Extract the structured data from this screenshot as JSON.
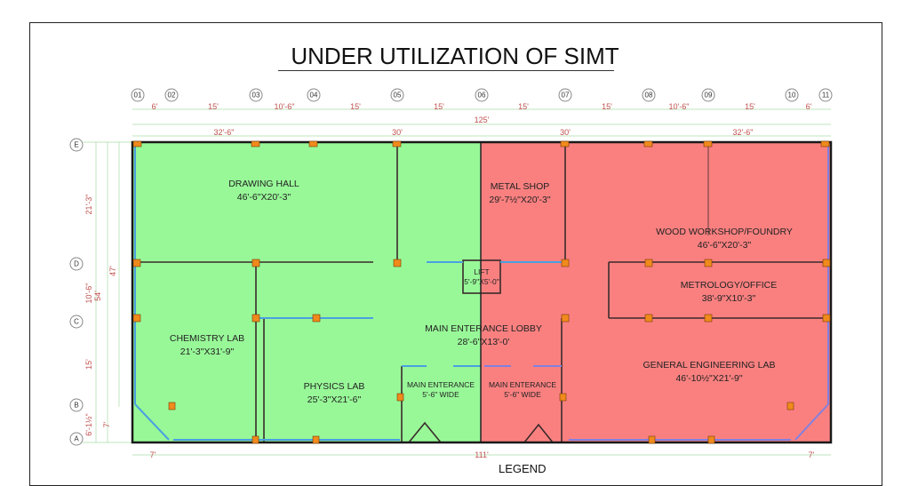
{
  "title": "UNDER UTILIZATION OF SIMT",
  "grid_columns": [
    "01",
    "02",
    "03",
    "04",
    "05",
    "06",
    "07",
    "08",
    "09",
    "10",
    "11"
  ],
  "grid_rows": [
    "E",
    "D",
    "C",
    "B",
    "A"
  ],
  "top_dims": [
    "6'",
    "15'",
    "10'-6\"",
    "15'",
    "15'",
    "15'",
    "15'",
    "10'-6\"",
    "15'",
    "6'"
  ],
  "overall_width": "125'",
  "top_dims2": [
    "32'-6\"",
    "30'",
    "30'",
    "32'-6\""
  ],
  "left_dims": [
    "21'-3\"",
    "10'-6\"",
    "15'",
    "6'-1½\""
  ],
  "left_total": "54'",
  "left_total2": "47'",
  "left_small": "7'",
  "bottom_dims": [
    "7'",
    "111'",
    "7'"
  ],
  "rooms": [
    {
      "name": "DRAWING HALL",
      "size": "46'-6\"X20'-3\""
    },
    {
      "name": "METAL SHOP",
      "size": "29'-7½\"X20'-3\""
    },
    {
      "name": "WOOD WORKSHOP/FOUNDRY",
      "size": "46'-6\"X20'-3\""
    },
    {
      "name": "METROLOGY/OFFICE",
      "size": "38'-9\"X10'-3\""
    },
    {
      "name": "LIFT",
      "size": "5'-9\"X5'-0\""
    },
    {
      "name": "MAIN ENTERANCE LOBBY",
      "size": "28'-6\"X13'-0'"
    },
    {
      "name": "CHEMISTRY LAB",
      "size": "21'-3\"X31'-9\""
    },
    {
      "name": "PHYSICS LAB",
      "size": "25'-3\"X21'-6\""
    },
    {
      "name": "MAIN ENTERANCE",
      "size": "5'-6\" WIDE"
    },
    {
      "name": "MAIN ENTERANCE",
      "size": "5'-6\" WIDE"
    },
    {
      "name": "GENERAL ENGINEERING LAB",
      "size": "46'-10½\"X21'-9\""
    }
  ],
  "legend": "LEGEND",
  "colors": {
    "utilized": "#98f898",
    "under": "#fa8080",
    "column": "#f08a1c",
    "wall": "#222222",
    "glass": "#4aa0e0"
  }
}
